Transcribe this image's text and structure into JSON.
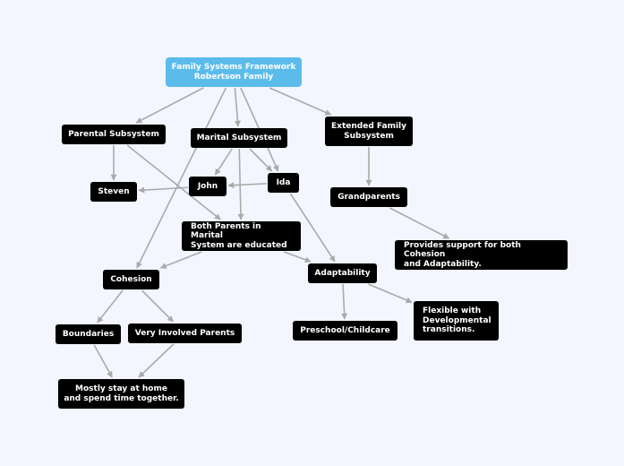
{
  "colors": {
    "background": "#f3f6fe",
    "root_fill": "#5bbcec",
    "node_fill": "#000000",
    "node_text": "#ffffff",
    "connector": "#aaaaaa"
  },
  "nodes": {
    "root": "Family Systems Framework\nRobertson Family",
    "parental": "Parental Subsystem",
    "marital": "Marital Subsystem",
    "extended": "Extended Family\nSubsystem",
    "steven": "Steven",
    "john": "John",
    "ida": "Ida",
    "grandparents": "Grandparents",
    "both_parents": "Both Parents in Marital\nSystem are educated",
    "provides_support": "Provides support for both Cohesion\nand Adaptability.",
    "cohesion": "Cohesion",
    "adaptability": "Adaptability",
    "boundaries": "Boundaries",
    "very_involved": "Very Involved Parents",
    "preschool": "Preschool/Childcare",
    "flexible": "Flexible with\nDevelopmental\ntransitions.",
    "mostly_stay": "Mostly stay at home\nand spend time together."
  },
  "edges": [
    [
      "root",
      "parental"
    ],
    [
      "root",
      "marital"
    ],
    [
      "root",
      "extended"
    ],
    [
      "root",
      "cohesion"
    ],
    [
      "root",
      "ida"
    ],
    [
      "parental",
      "steven"
    ],
    [
      "parental",
      "both_parents"
    ],
    [
      "marital",
      "john"
    ],
    [
      "marital",
      "ida"
    ],
    [
      "marital",
      "both_parents"
    ],
    [
      "ida",
      "john"
    ],
    [
      "john",
      "steven"
    ],
    [
      "ida",
      "adaptability"
    ],
    [
      "extended",
      "grandparents"
    ],
    [
      "grandparents",
      "provides_support"
    ],
    [
      "both_parents",
      "cohesion"
    ],
    [
      "both_parents",
      "adaptability"
    ],
    [
      "cohesion",
      "boundaries"
    ],
    [
      "cohesion",
      "very_involved"
    ],
    [
      "boundaries",
      "mostly_stay"
    ],
    [
      "very_involved",
      "mostly_stay"
    ],
    [
      "adaptability",
      "preschool"
    ],
    [
      "adaptability",
      "flexible"
    ]
  ]
}
